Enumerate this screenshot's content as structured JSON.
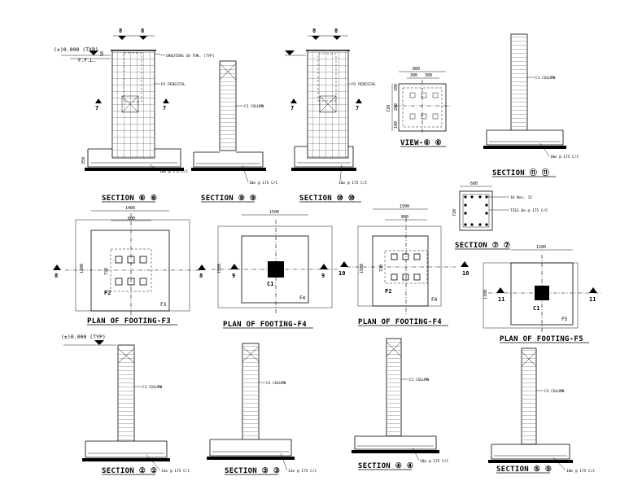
{
  "drawings": {
    "s66": {
      "title": "SECTION ⑥ ⑥",
      "level": "(±)0.000 (TYP)",
      "ffl": "F.F.L.",
      "grout": "GROUTING 50 THK. (TYP)",
      "pedestal": "P2 PEDESTAL",
      "mark": "8",
      "cut": "7",
      "rebar": "10∅ @ 175 C/C",
      "dim_top": "50",
      "dim_bot": "350"
    },
    "s99": {
      "title": "SECTION ⑨ ⑨",
      "column": "C1 COLUMN",
      "rebar": "10∅ @ 175 C/C"
    },
    "s1010": {
      "title": "SECTION ⑩ ⑩",
      "pedestal": "P2 PEDESTAL",
      "mark": "8",
      "cut": "7",
      "rebar": "10∅ @ 175 C/C"
    },
    "view66": {
      "title": "VIEW-⑥ ⑥",
      "dims": [
        "800",
        "300",
        "300",
        "100",
        "200",
        "100",
        "720"
      ]
    },
    "s1111": {
      "title": "SECTION ⑪ ⑪",
      "column": "C1 COLUMN",
      "rebar": "10∅ @ 175 C/C"
    },
    "s77": {
      "title": "SECTION ⑦ ⑦",
      "dim_w": "600",
      "dim_h": "720",
      "bars": "16 Nos. 12",
      "ties": "TIES 8∅ @ 175 C/C"
    },
    "f3": {
      "title": "PLAN OF FOOTING-F3",
      "w": "1400",
      "inner": "800",
      "h": "1400",
      "h2": "720",
      "tag": "P2",
      "code": "F3",
      "cut": "8"
    },
    "f4a": {
      "title": "PLAN OF FOOTING-F4",
      "w": "1500",
      "h": "1500",
      "col": "C1",
      "code": "F4",
      "cut": "9"
    },
    "f4b": {
      "title": "PLAN OF FOOTING-F4",
      "w": "1500",
      "inner": "800",
      "h": "1500",
      "h2": "720",
      "tag": "P2",
      "code": "F4",
      "cut": "10"
    },
    "f5": {
      "title": "PLAN OF FOOTING-F5",
      "w": "1100",
      "h": "1100",
      "col": "C1",
      "code": "F5",
      "cut": "11"
    },
    "s22": {
      "title": "SECTION ② ②",
      "level": "(±)0.000 (TYP)",
      "column": "C1 COLUMN",
      "rebar": "12∅ @ 175 C/C"
    },
    "s33": {
      "title": "SECTION ③ ③",
      "column": "C2 COLUMN",
      "rebar": "12∅ @ 175 C/C"
    },
    "s44": {
      "title": "SECTION ④ ④",
      "column": "C1 COLUMN",
      "rebar": "10∅ @ 175 C/C"
    },
    "s55": {
      "title": "SECTION ⑤ ⑤",
      "column": "C3 COLUMN",
      "rebar": "10∅ @ 175 C/C"
    }
  },
  "colors": {
    "ink": "#000000",
    "paper": "#ffffff"
  }
}
